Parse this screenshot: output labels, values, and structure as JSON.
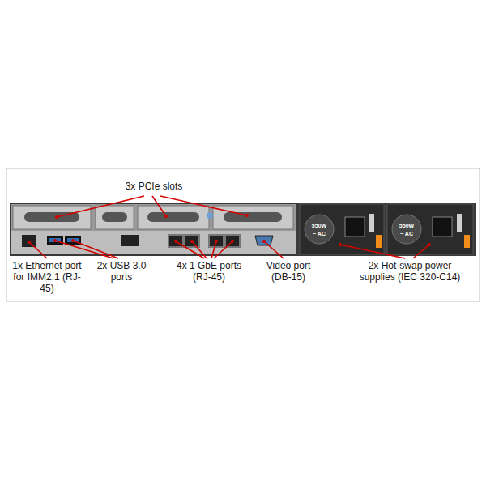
{
  "diagram": {
    "labels": [
      "3x PCIe slots",
      "550W",
      "~ AC",
      "550W",
      "~ AC",
      "1x Ethernet port for IMM2.1 (RJ-45)",
      "2x USB 3.0 ports",
      "4x 1 GbE ports (RJ-45)",
      "Video port (DB-15)",
      "2x Hot-swap power supplies (IEC 320-C14)"
    ]
  }
}
